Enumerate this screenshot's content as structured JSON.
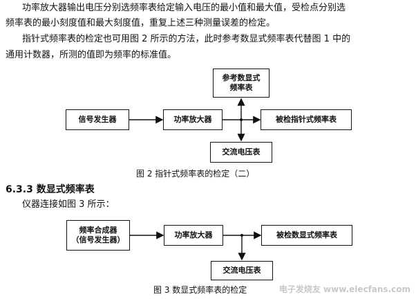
{
  "paragraphs": {
    "p1_line1": "功率放大器输出电压分别选频率表给定输入电压的最小值和最大值，受检点分别选",
    "p1_line2": "频率表的最小刻度值和最大刻度值，重复上述三种测量误差的检定。",
    "p2_line1": "指针式频率表的检定也可用图 2 所示的方法，此时参考数显式频率表代替图 1 中的",
    "p2_line2": "通用计数器，所测的值即为频率的标准值。"
  },
  "figure2": {
    "boxes": {
      "signal_generator": "信号发生器",
      "power_amplifier": "功率放大器",
      "reference_meter_line1": "参考数显式",
      "reference_meter_line2": "频率表",
      "meter_under_test": "被检指针式频率表",
      "ac_voltmeter": "交流电压表"
    },
    "caption": "图 2    指针式频率表的检定（二）"
  },
  "section": {
    "heading": "6.3.3   数显式频率表",
    "text": "仪器连接如图 3 所示："
  },
  "figure3": {
    "boxes": {
      "synth_line1": "频率合成器",
      "synth_line2": "（信号发生器）",
      "power_amplifier": "功率放大器",
      "meter_under_test": "被检数显式频率表",
      "ac_voltmeter": "交流电压表"
    },
    "caption": "图 3    数显式频率表的检定"
  },
  "watermark": "电子发烧友 www.elecfans.com"
}
